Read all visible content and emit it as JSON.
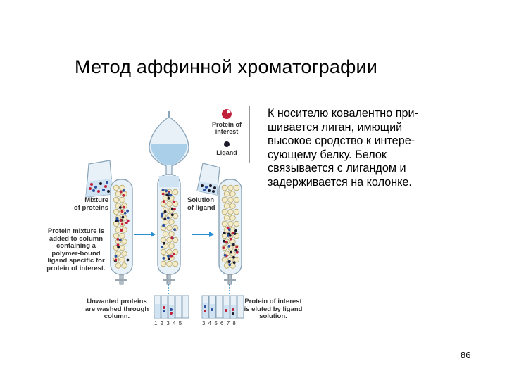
{
  "slide": {
    "title": "Метод аффинной хроматографии",
    "description_lines": [
      "К носителю ковалентно при-",
      "шивается лиган, имющий",
      "высокое сродство к интере-",
      "сующему белку. Белок",
      "связывается с лигандом и",
      "задерживается на колонке."
    ],
    "page_number": "86"
  },
  "figure": {
    "mixture_label": [
      "Mixture",
      "of proteins"
    ],
    "added_label": [
      "Protein mixture is",
      "added to column",
      "containing a",
      "polymer-bound",
      "ligand specific for",
      "protein of interest."
    ],
    "washed_label": [
      "Unwanted proteins",
      "are washed through",
      "column."
    ],
    "solution_label": [
      "Solution",
      "of ligand"
    ],
    "eluted_label": [
      "Protein of interest",
      "is eluted by ligand",
      "solution."
    ],
    "legend": {
      "protein": [
        "Protein of",
        "interest"
      ],
      "ligand": "Ligand"
    },
    "tubes_left": "1 2 3 4 5",
    "tubes_right": "3 4 5 6 7 8",
    "colors": {
      "bead_fill": "#f4ecc8",
      "bead_stroke": "#b8a870",
      "column_liquid": "#cfe3f2",
      "arrow": "#2a8fd0",
      "protein_red": "#c0203a",
      "protein_blue": "#2b4fa0",
      "ligand_dark": "#1a1a2a"
    }
  }
}
